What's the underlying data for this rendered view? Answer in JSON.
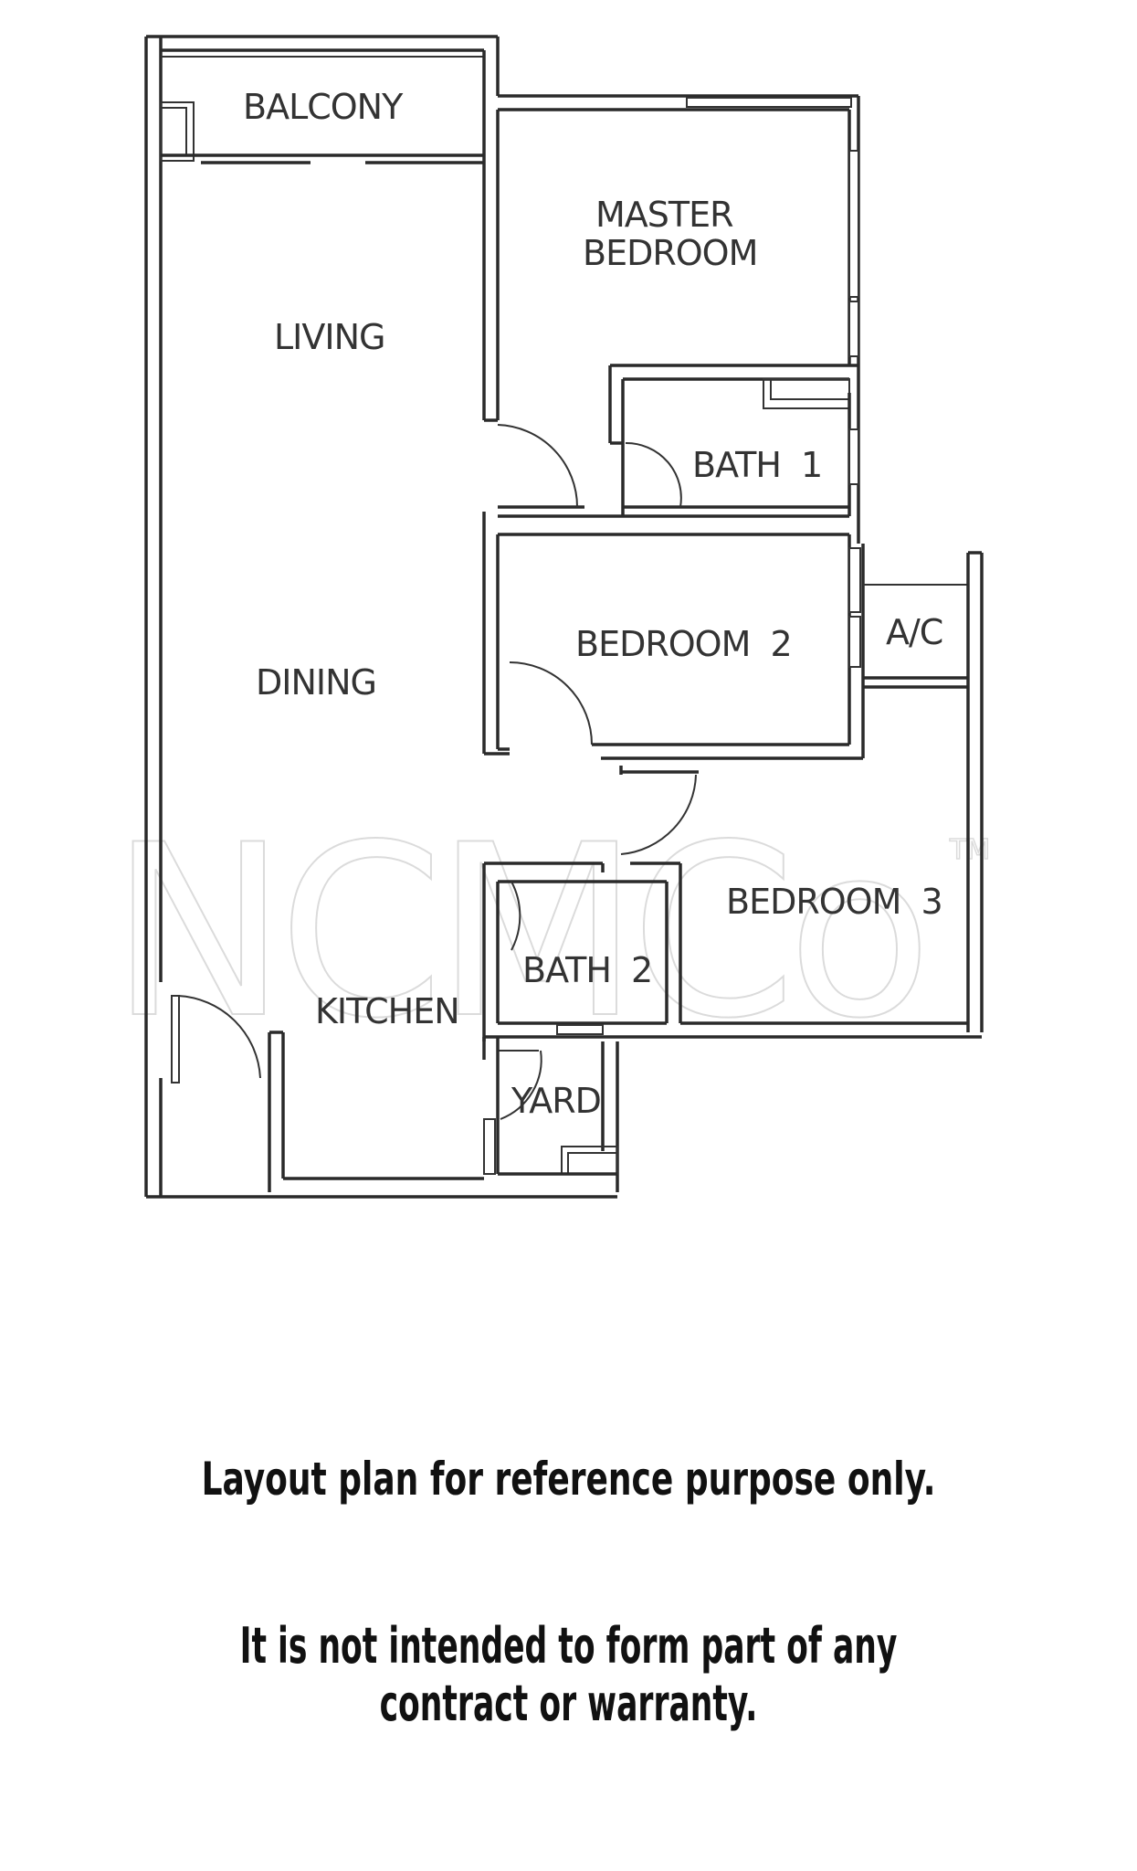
{
  "floor_plan": {
    "rooms": [
      {
        "id": "balcony",
        "label": "BALCONY"
      },
      {
        "id": "master-bedroom",
        "label_line1": "MASTER",
        "label_line2": "BEDROOM"
      },
      {
        "id": "living",
        "label": "LIVING"
      },
      {
        "id": "bath-1",
        "label": "BATH  1"
      },
      {
        "id": "bedroom-2",
        "label": "BEDROOM  2"
      },
      {
        "id": "ac-ledge",
        "label": "A/C"
      },
      {
        "id": "dining",
        "label": "DINING"
      },
      {
        "id": "bedroom-3",
        "label": "BEDROOM  3"
      },
      {
        "id": "bath-2",
        "label": "BATH  2"
      },
      {
        "id": "kitchen",
        "label": "KITCHEN"
      },
      {
        "id": "yard",
        "label": "YARD"
      }
    ],
    "watermark": "NCMCo",
    "watermark_tm": "TM"
  },
  "disclaimer": {
    "line1": "Layout plan for reference purpose only.",
    "line2": "It is not intended to form part of any contract or warranty."
  }
}
